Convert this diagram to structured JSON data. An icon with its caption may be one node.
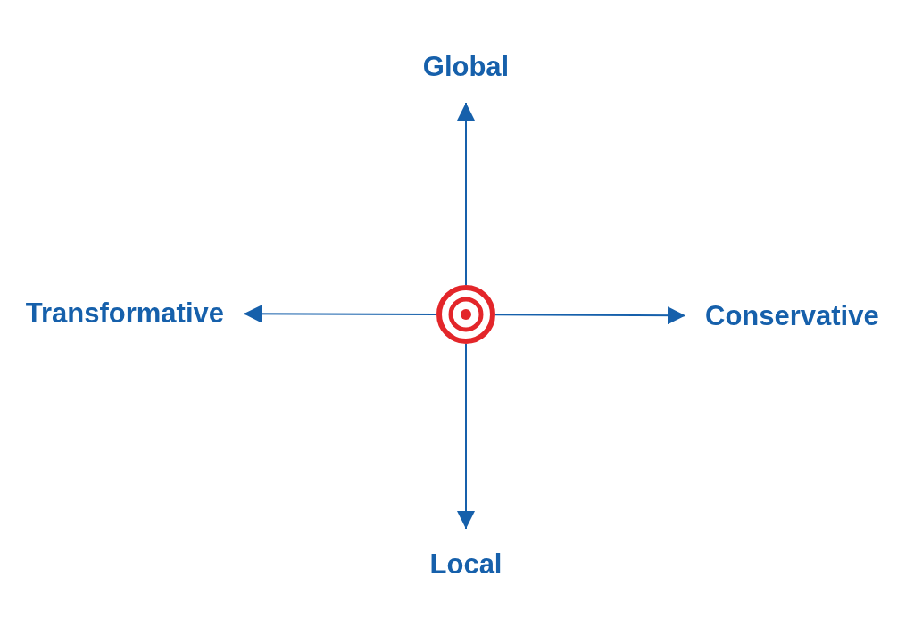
{
  "diagram": {
    "nodes": [
      {
        "text": [
          "Global"
        ]
      },
      {
        "text": [
          "Transformative"
        ]
      },
      {
        "text": [],
        "shape": "circle"
      },
      {
        "text": [
          "Conservative"
        ]
      },
      {
        "text": [
          "Local"
        ]
      }
    ],
    "edges": [
      {
        "from": 2,
        "to": 0,
        "arrow": "to"
      },
      {
        "from": 2,
        "to": 1,
        "arrow": "to"
      },
      {
        "from": 2,
        "to": 3,
        "arrow": "to"
      },
      {
        "from": 2,
        "to": 4,
        "arrow": "to"
      }
    ]
  }
}
